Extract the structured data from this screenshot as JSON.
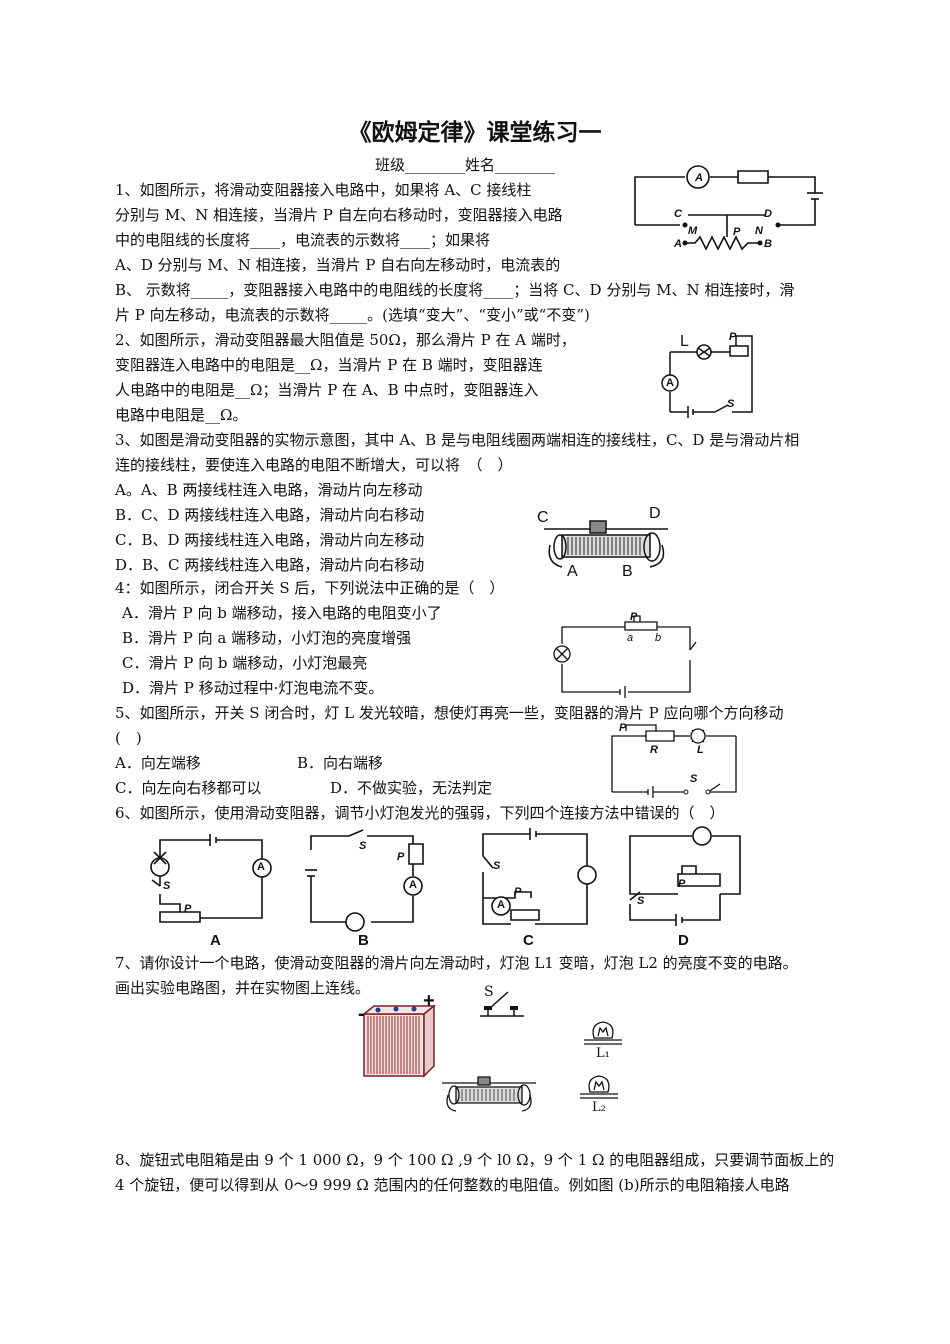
{
  "title": "《欧姆定律》课堂练习一",
  "header_line": "班级________姓名________",
  "q1": [
    "1、如图所示，将滑动变阻器接入电路中，如果将 A、C 接线柱",
    "分别与 M、N 相连接，当滑片 P 自左向右移动时，变阻器接入电路",
    "中的电阻线的长度将____，电流表的示数将____；如果将",
    "A、D 分别与 M、N 相连接，当滑片 P 自右向左移动时，电流表的",
    "B、 示数将_____，变阻器接入电路中的电阻线的长度将____；当将 C、D 分别与 M、N 相连接时，滑",
    "片 P 向左移动，电流表的示数将_____。(选填“变大”、“变小”或“不变”)"
  ],
  "q2": [
    "2、如图所示，滑动变阻器最大阻值是 50Ω，那么滑片 P 在 A 端时，",
    "变阻器连入电路中的电阻是__Ω，当滑片 P 在 B 端时，变阻器连",
    "人电路中的电阻是__Ω；当滑片 P 在 A、B 中点时，变阻器连入",
    "电路中电阻是__Ω。"
  ],
  "q3": [
    "3、如图是滑动变阻器的实物示意图，其中 A、B 是与电阻线圈两端相连的接线柱，C、D 是与滑动片相",
    "连的接线柱，要使连入电路的电阻不断增大，可以将　（　）",
    "A。A、B 两接线柱连入电路，滑动片向左移动",
    "B．C、D 两接线柱连入电路，滑动片向右移动",
    "C．B、D 两接线柱连入电路，滑动片向左移动",
    "D．B、C 两接线柱连入电路，滑动片向右移动"
  ],
  "q4": [
    "4：如图所示，闭合开关 S 后，下列说法中正确的是（　）",
    "A．滑片 P 向 b 端移动，接入电路的电阻变小了",
    "B．滑片 P 向 a 端移动，小灯泡的亮度增强",
    "C．滑片 P 向 b 端移动，小灯泡最亮",
    "D．滑片 P 移动过程中·灯泡电流不变。"
  ],
  "q5": [
    "5、如图所示，开关 S 闭合时，灯 L 发光较暗，想使灯再亮一些，变阻器的滑片 P 应向哪个方向移动",
    "(　)",
    "A．向左端移",
    "B．向右端移",
    "C．向左向右移都可以",
    "D．不做实验，无法判定"
  ],
  "q6": "6、如图所示，使用滑动变阻器，调节小灯泡发光的强弱，下列四个连接方法中错误的（　）",
  "q6_labels": [
    "A",
    "B",
    "C",
    "D"
  ],
  "q7": [
    "7、请你设计一个电路，使滑动变阻器的滑片向左滑动时，灯泡 L1 变暗，灯泡 L2 的亮度不变的电路。",
    "画出实验电路图，并在实物图上连线。"
  ],
  "q8": [
    "8、旋钮式电阻箱是由 9 个 1 000 Ω，9 个 100 Ω ,9 个 l0 Ω，9 个 1 Ω 的电阻器组成，只要调节面板上的",
    "4 个旋钮，便可以得到从 0～9 999 Ω 范围内的任何整数的电阻值。例如图 (b)所示的电阻箱接人电路"
  ],
  "fig1": {
    "ammeter": "A",
    "C": "C",
    "D": "D",
    "M": "M",
    "N": "N",
    "A": "A",
    "B": "B",
    "P": "P"
  },
  "fig2": {
    "L": "L",
    "P": "P",
    "A": "A",
    "S": "S"
  },
  "fig3": {
    "C": "C",
    "D": "D",
    "A": "A",
    "B": "B"
  },
  "fig4": {
    "P": "P",
    "a": "a",
    "b": "b"
  },
  "fig5": {
    "P": "P",
    "R": "R",
    "L": "L",
    "S": "S"
  },
  "fig6": {
    "S": "S",
    "P": "P",
    "A": "A"
  },
  "fig7": {
    "minus": "-",
    "plus": "+",
    "S": "S",
    "L1": "L₁",
    "L2": "L₂"
  }
}
